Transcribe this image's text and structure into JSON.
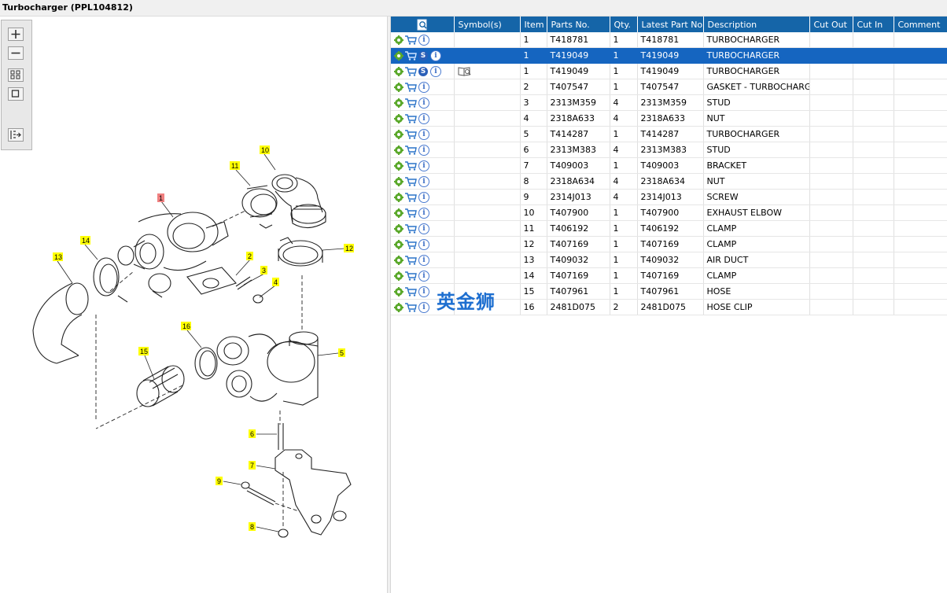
{
  "window": {
    "title": "Turbocharger (PPL104812)"
  },
  "table": {
    "headers": [
      "",
      "Symbol(s)",
      "Item",
      "Parts No.",
      "Qty.",
      "Latest Part No.",
      "Description",
      "Cut Out",
      "Cut In",
      "Comment"
    ],
    "rows": [
      {
        "item": "1",
        "part": "T418781",
        "qty": "1",
        "latest": "T418781",
        "desc": "TURBOCHARGER",
        "s": false,
        "book": false
      },
      {
        "item": "1",
        "part": "T419049",
        "qty": "1",
        "latest": "T419049",
        "desc": "TURBOCHARGER",
        "s": true,
        "book": false
      },
      {
        "item": "1",
        "part": "T419049",
        "qty": "1",
        "latest": "T419049",
        "desc": "TURBOCHARGER",
        "s": true,
        "book": true
      },
      {
        "item": "2",
        "part": "T407547",
        "qty": "1",
        "latest": "T407547",
        "desc": "GASKET - TURBOCHARGER",
        "s": false,
        "book": false
      },
      {
        "item": "3",
        "part": "2313M359",
        "qty": "4",
        "latest": "2313M359",
        "desc": "STUD",
        "s": false,
        "book": false
      },
      {
        "item": "4",
        "part": "2318A633",
        "qty": "4",
        "latest": "2318A633",
        "desc": "NUT",
        "s": false,
        "book": false
      },
      {
        "item": "5",
        "part": "T414287",
        "qty": "1",
        "latest": "T414287",
        "desc": "TURBOCHARGER",
        "s": false,
        "book": false
      },
      {
        "item": "6",
        "part": "2313M383",
        "qty": "4",
        "latest": "2313M383",
        "desc": "STUD",
        "s": false,
        "book": false
      },
      {
        "item": "7",
        "part": "T409003",
        "qty": "1",
        "latest": "T409003",
        "desc": "BRACKET",
        "s": false,
        "book": false
      },
      {
        "item": "8",
        "part": "2318A634",
        "qty": "4",
        "latest": "2318A634",
        "desc": "NUT",
        "s": false,
        "book": false
      },
      {
        "item": "9",
        "part": "2314J013",
        "qty": "4",
        "latest": "2314J013",
        "desc": "SCREW",
        "s": false,
        "book": false
      },
      {
        "item": "10",
        "part": "T407900",
        "qty": "1",
        "latest": "T407900",
        "desc": "EXHAUST ELBOW",
        "s": false,
        "book": false
      },
      {
        "item": "11",
        "part": "T406192",
        "qty": "1",
        "latest": "T406192",
        "desc": "CLAMP",
        "s": false,
        "book": false
      },
      {
        "item": "12",
        "part": "T407169",
        "qty": "1",
        "latest": "T407169",
        "desc": "CLAMP",
        "s": false,
        "book": false
      },
      {
        "item": "13",
        "part": "T409032",
        "qty": "1",
        "latest": "T409032",
        "desc": "AIR DUCT",
        "s": false,
        "book": false
      },
      {
        "item": "14",
        "part": "T407169",
        "qty": "1",
        "latest": "T407169",
        "desc": "CLAMP",
        "s": false,
        "book": false
      },
      {
        "item": "15",
        "part": "T407961",
        "qty": "1",
        "latest": "T407961",
        "desc": "HOSE",
        "s": false,
        "book": false
      },
      {
        "item": "16",
        "part": "2481D075",
        "qty": "2",
        "latest": "2481D075",
        "desc": "HOSE CLIP",
        "s": false,
        "book": false
      }
    ],
    "selected_row": 1
  },
  "watermark": "英金狮",
  "callouts": [
    "1",
    "2",
    "3",
    "4",
    "5",
    "6",
    "7",
    "8",
    "9",
    "10",
    "11",
    "12",
    "13",
    "14",
    "15",
    "16"
  ],
  "icons": {
    "toolbar": [
      "zoom-in-icon",
      "zoom-out-icon",
      "fit-page-icon",
      "actual-size-icon",
      "export-icon"
    ],
    "row": [
      "gear-icon",
      "cart-icon",
      "s-badge-icon",
      "info-icon",
      "book-icon"
    ]
  },
  "colors": {
    "header": "#1565a8",
    "selection": "#1565c0",
    "callout": "#ffff00",
    "callout_active": "#f08080",
    "watermark": "#1e6fd0"
  }
}
